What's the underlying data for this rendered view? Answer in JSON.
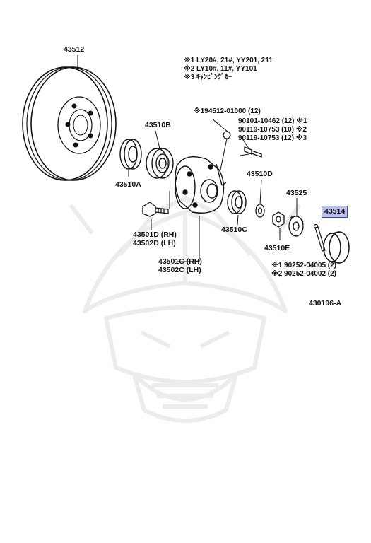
{
  "parts": {
    "p43512": "43512",
    "p43510b": "43510B",
    "p43510a": "43510A",
    "p43510d": "43510D",
    "p43525": "43525",
    "p43514": "43514",
    "p43501d": "43501D (RH)",
    "p43502d": "43502D (LH)",
    "p43510c": "43510C",
    "p43510e": "43510E",
    "p43501c": "43501C (RH)",
    "p43502c": "43502C (LH)"
  },
  "notes": {
    "n1": "※1 LY20#, 21#, YY201, 211",
    "n2": "※2 LY10#, 11#, YY101",
    "n3": "※3 ｷｬﾝﾋﾟﾝｸﾞｶｰ"
  },
  "bolt_refs": {
    "r0": "※194512-01000 (12)",
    "r1": "90101-10462 (12) ※1",
    "r2": "90119-10753 (10) ※2",
    "r3": "90119-10753 (12) ※3"
  },
  "pin_refs": {
    "r1": "※1 90252-04005 (2)",
    "r2": "※2 90252-04002 (2)"
  },
  "diagram_id": "430196-A",
  "colors": {
    "highlight_bg": "#b8bfe8",
    "highlight_border": "#3a46a8",
    "watermark": "#ececec"
  }
}
